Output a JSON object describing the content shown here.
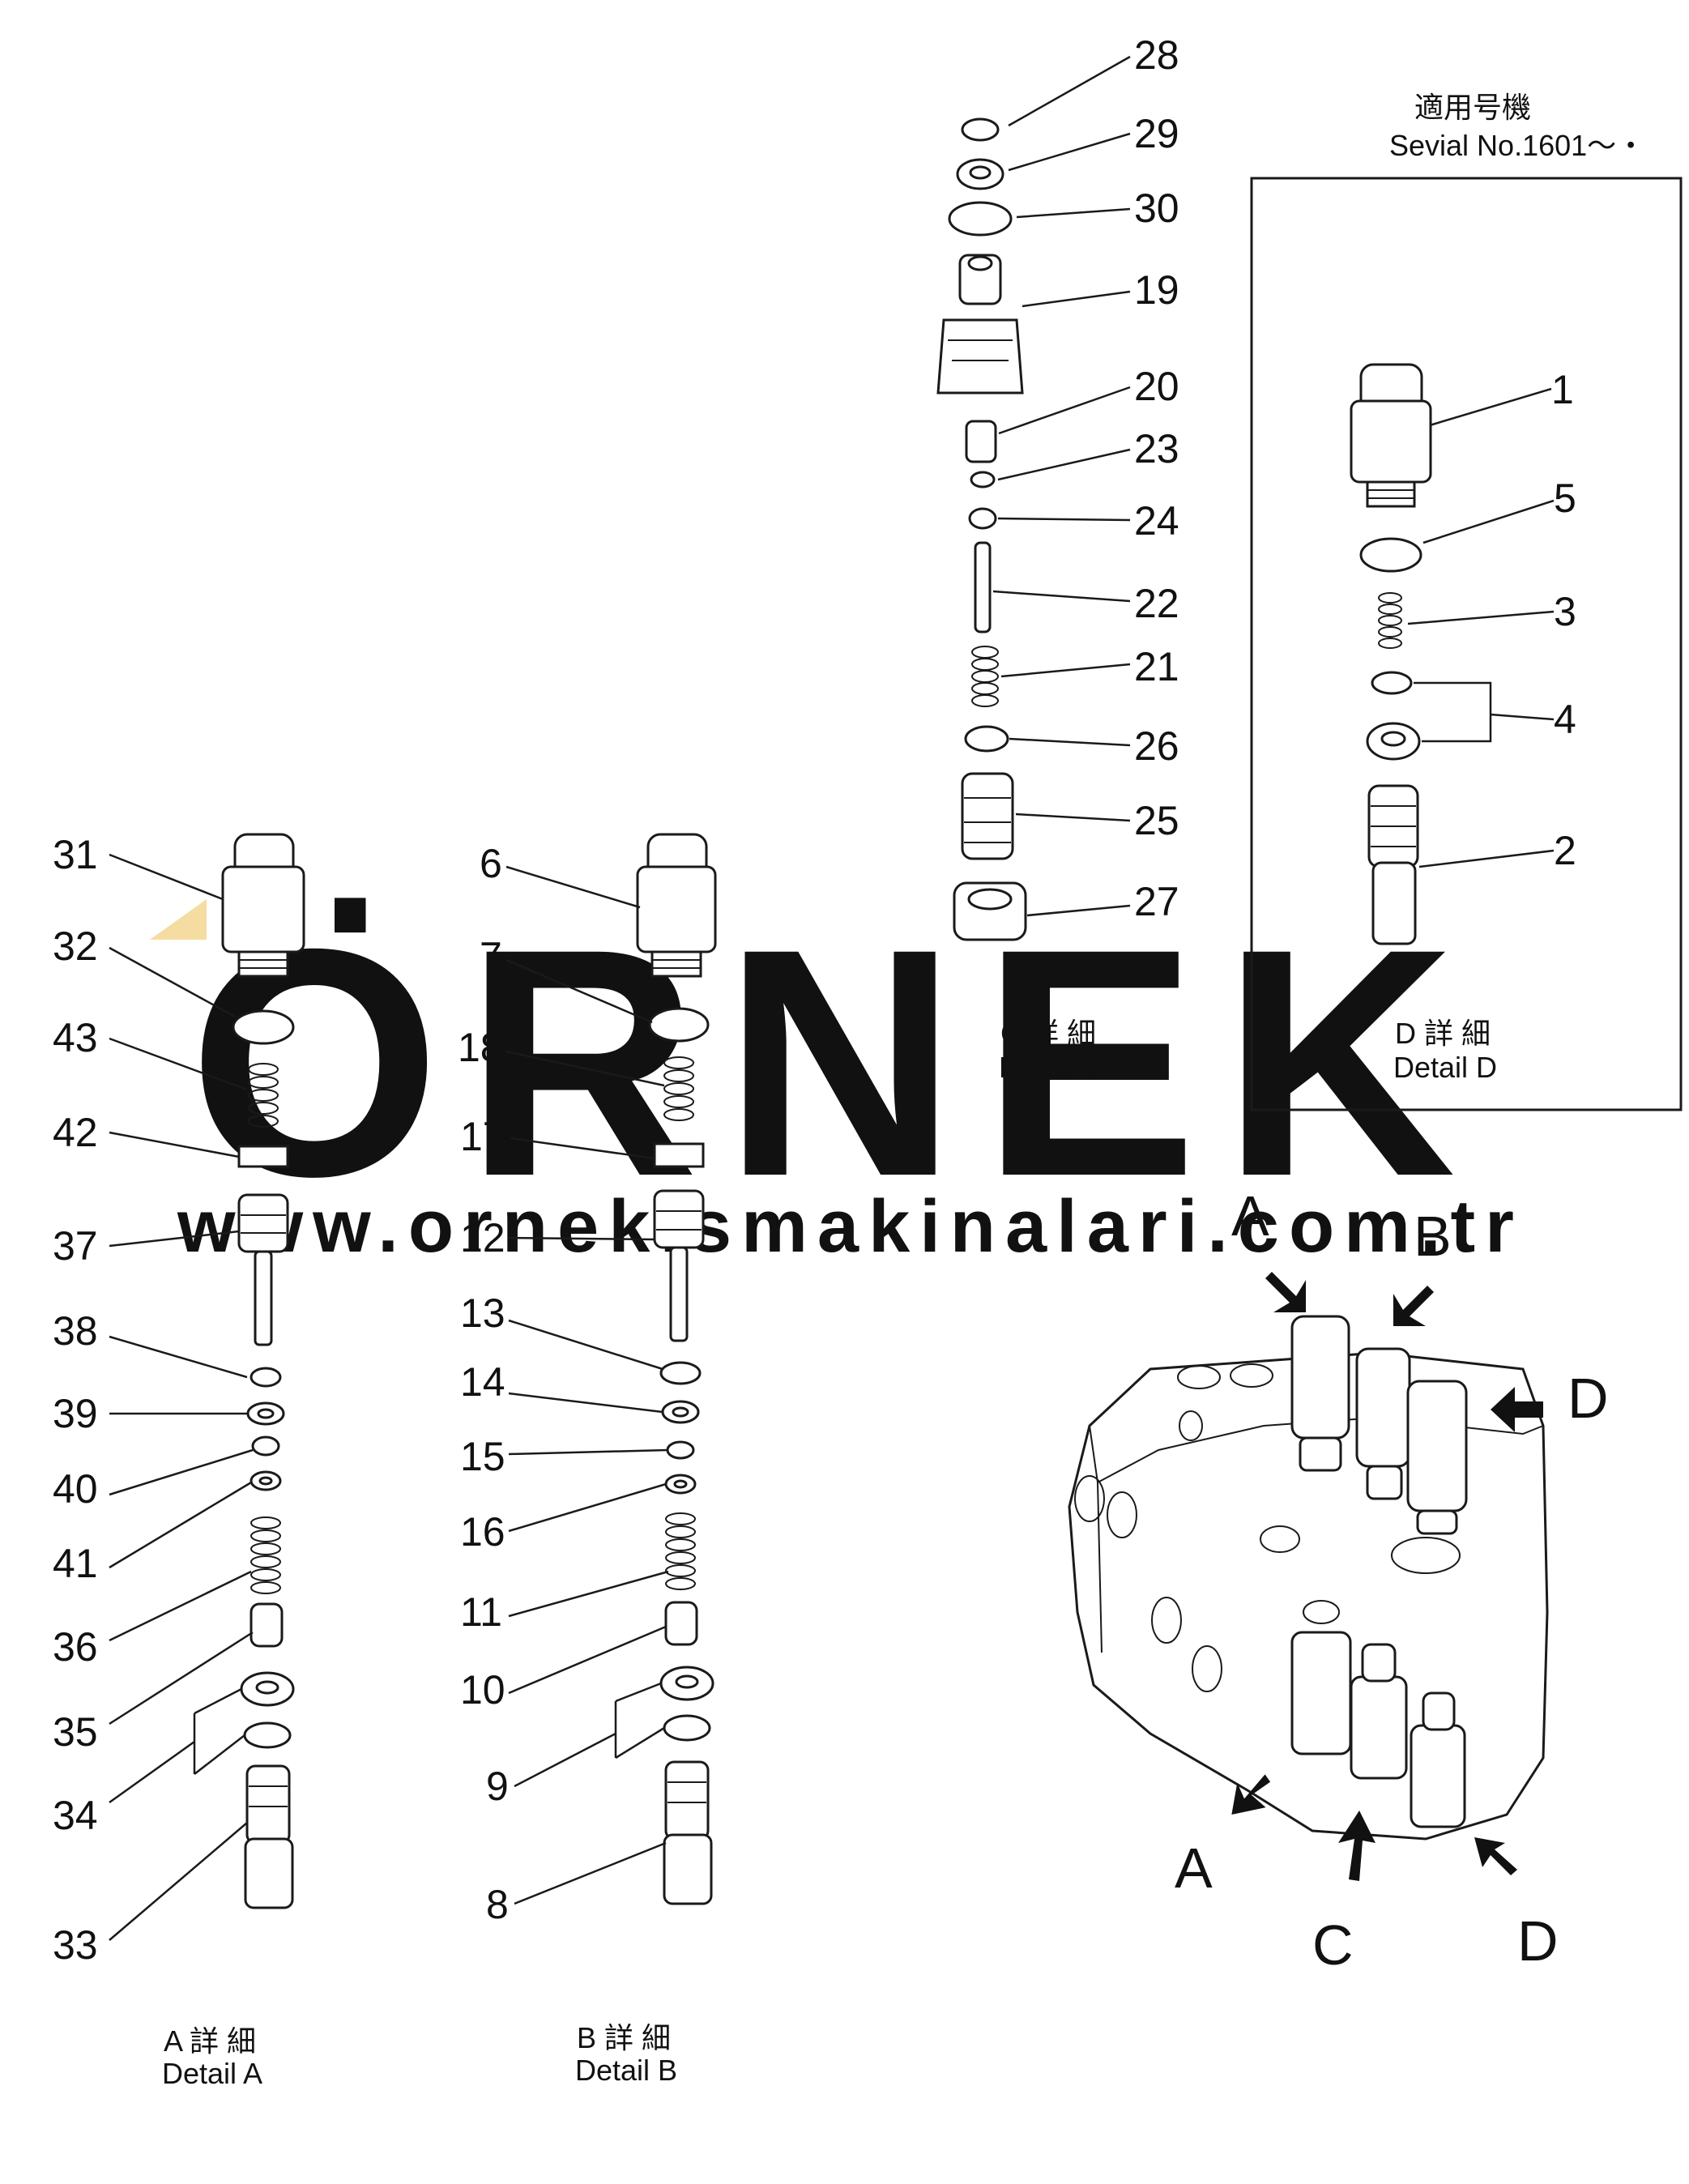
{
  "serial": {
    "jp": "適用号機",
    "en": "Sevial No.1601～・"
  },
  "watermark": {
    "brand": "ÖRNEK",
    "url": "www.ornekismakinalari.com.tr",
    "color": "#d8d6d8"
  },
  "details": {
    "A": {
      "jp": "A 詳 細",
      "en": "Detail A"
    },
    "B": {
      "jp": "B 詳 細",
      "en": "Detail B"
    },
    "C": {
      "jp": "C 詳 細",
      "en": "Detail C"
    },
    "D": {
      "jp": "D 詳 細",
      "en": "Detail D"
    }
  },
  "callouts": {
    "c28": "28",
    "c29": "29",
    "c30": "30",
    "c19": "19",
    "c20": "20",
    "c23": "23",
    "c24": "24",
    "c22": "22",
    "c21": "21",
    "c26": "26",
    "c25": "25",
    "c27": "27",
    "d1": "1",
    "d5": "5",
    "d3": "3",
    "d4": "4",
    "d2": "2",
    "a31": "31",
    "a32": "32",
    "a43": "43",
    "a42": "42",
    "a37": "37",
    "a38": "38",
    "a39": "39",
    "a40": "40",
    "a41": "41",
    "a36": "36",
    "a35": "35",
    "a34": "34",
    "a33": "33",
    "b6": "6",
    "b7": "7",
    "b18": "18",
    "b17": "17",
    "b12": "12",
    "b13": "13",
    "b14": "14",
    "b15": "15",
    "b16": "16",
    "b11": "11",
    "b10": "10",
    "b9": "9",
    "b8": "8"
  },
  "arrows": {
    "top_a": "A",
    "top_b": "B",
    "top_d": "D",
    "bottom_a": "A",
    "bottom_c": "C",
    "bottom_d": "D"
  }
}
